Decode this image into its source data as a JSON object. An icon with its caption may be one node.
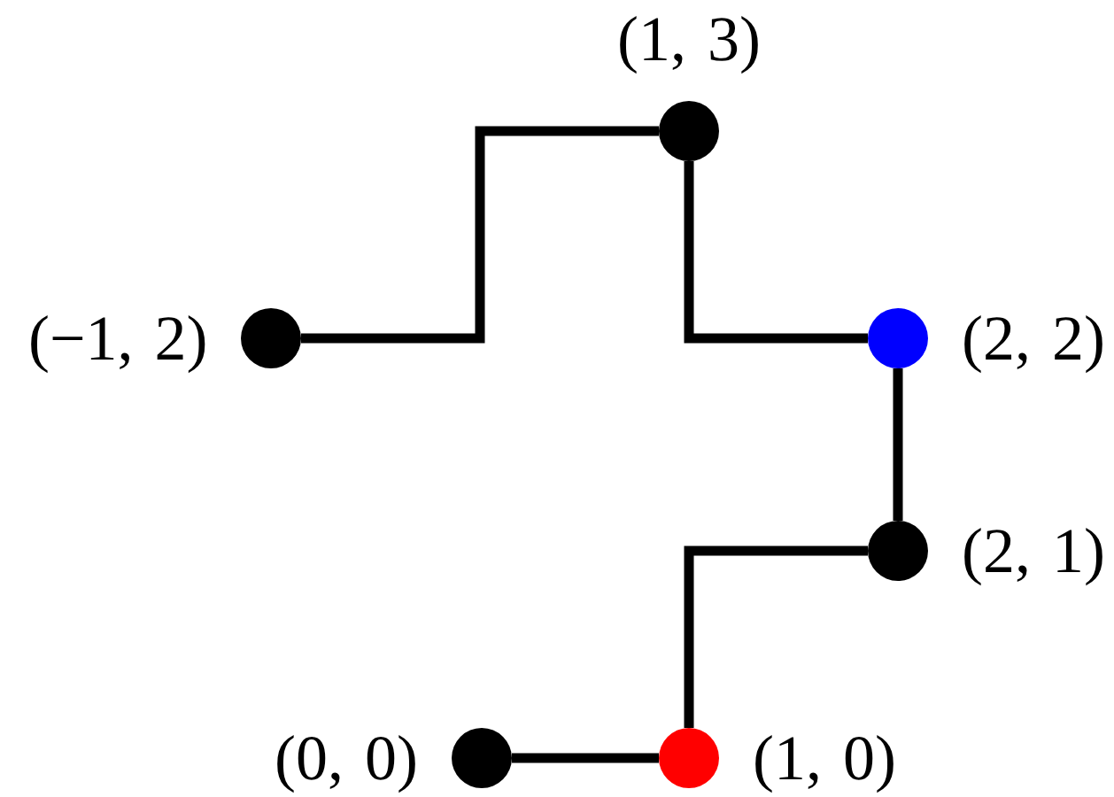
{
  "diagram": {
    "nodes": [
      {
        "text": [],
        "shape": "circle",
        "beside": [
          "(1, 3)"
        ]
      },
      {
        "text": [],
        "shape": "circle",
        "beside": [
          "(−1, 2)"
        ]
      },
      {
        "text": [],
        "shape": "circle",
        "beside": [
          "(2, 2)"
        ]
      },
      {
        "text": [],
        "shape": "circle",
        "beside": [
          "(2, 1)"
        ]
      },
      {
        "text": [],
        "shape": "circle",
        "beside": [
          "(0, 0)"
        ]
      },
      {
        "text": [],
        "shape": "circle",
        "beside": [
          "(1, 0)"
        ]
      }
    ],
    "edges": [
      {
        "from": 4,
        "to": 5,
        "arrow": "none"
      },
      {
        "from": 5,
        "to": 3,
        "arrow": "none"
      },
      {
        "from": 3,
        "to": 2,
        "arrow": "none"
      },
      {
        "from": 2,
        "to": 0,
        "arrow": "none"
      },
      {
        "from": 0,
        "to": 1,
        "arrow": "none"
      }
    ]
  }
}
